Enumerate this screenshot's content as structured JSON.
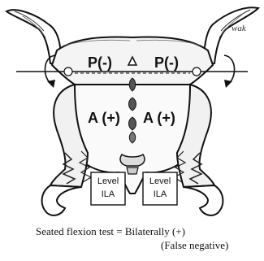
{
  "diagram": {
    "signature": "wak",
    "posterior_left": "P(-)",
    "posterior_right": "P(-)",
    "anterior_left": "A (+)",
    "anterior_right": "A (+)",
    "box_left_line1": "Level",
    "box_left_line2": "ILA",
    "box_right_line1": "Level",
    "box_right_line2": "ILA",
    "caption_line1": "Seated flexion test = Bilaterally (+)",
    "caption_line2": "(False negative)"
  }
}
